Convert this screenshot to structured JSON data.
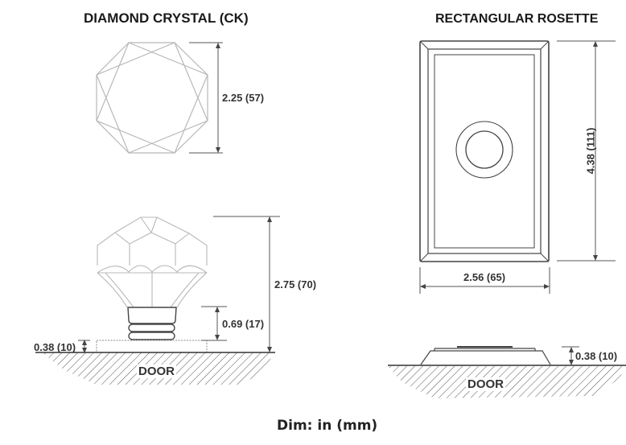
{
  "left_panel": {
    "title": "DIAMOND CRYSTAL (CK)",
    "top_view": {
      "dim_height": "2.25 (57)"
    },
    "side_view": {
      "dim_total_height": "2.75 (70)",
      "dim_neck_height": "0.69 (17)",
      "dim_base_height": "0.38 (10)",
      "surface_label": "DOOR"
    }
  },
  "right_panel": {
    "title": "RECTANGULAR ROSETTE",
    "front_view": {
      "dim_height": "4.38 (111)",
      "dim_width": "2.56 (65)"
    },
    "side_view": {
      "dim_height": "0.38 (10)",
      "surface_label": "DOOR"
    }
  },
  "caption": "Dim: in (mm)",
  "colors": {
    "line_light": "#b5b5b5",
    "line_dark": "#444444",
    "text": "#333333"
  }
}
